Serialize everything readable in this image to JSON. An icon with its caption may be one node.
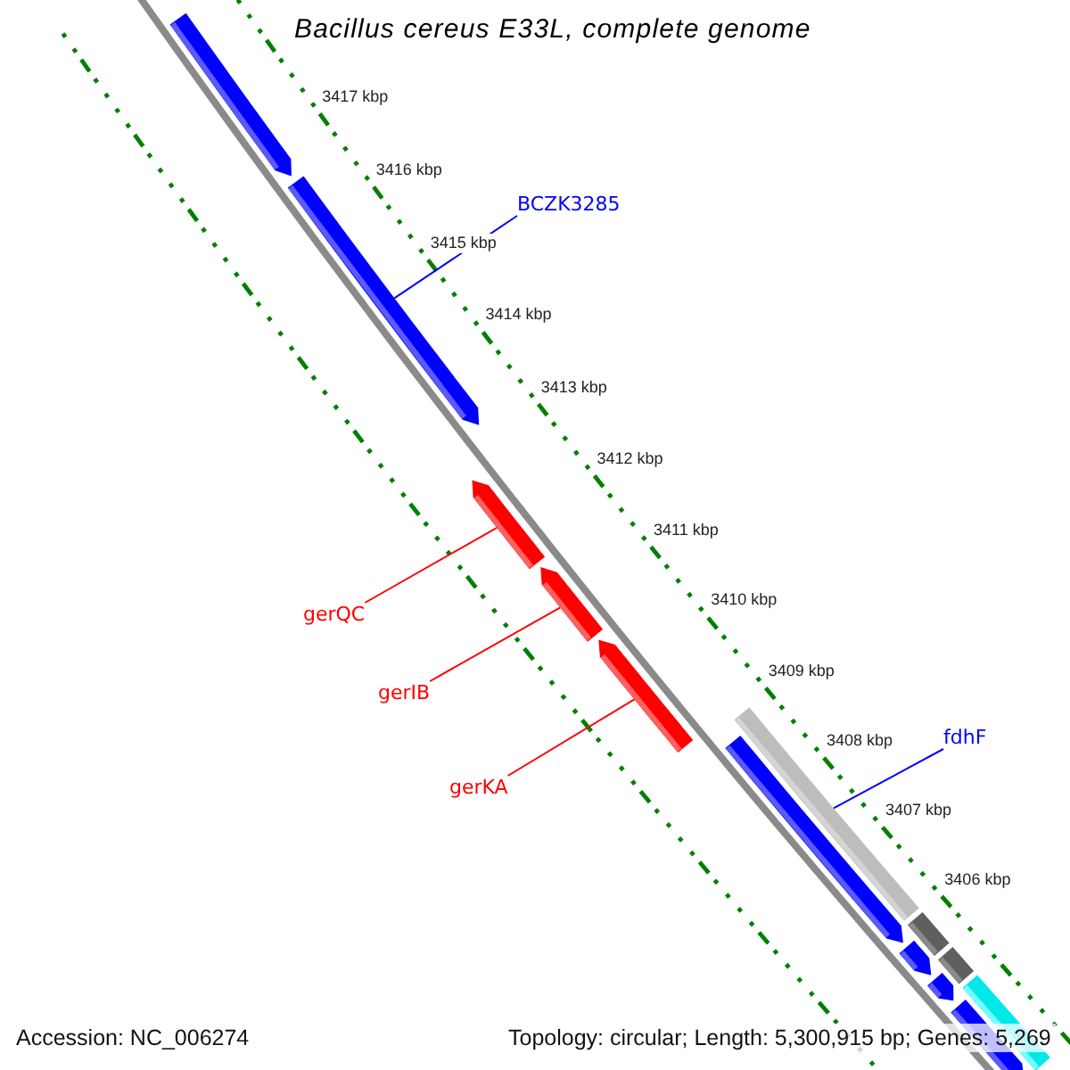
{
  "diagram": {
    "title": "Bacillus cereus E33L, complete genome",
    "nodes": [
      {
        "text": [
          "BCZK3285"
        ]
      },
      {
        "text": [],
        "shape": "arrow"
      },
      {
        "text": [
          "gerQC"
        ]
      },
      {
        "text": [
          "gerIB"
        ]
      },
      {
        "text": [
          "gerKA"
        ]
      },
      {
        "text": [],
        "shape": "arrow"
      },
      {
        "text": [],
        "shape": "arrow"
      },
      {
        "text": [],
        "shape": "arrow"
      },
      {
        "text": [
          "fdhF"
        ]
      },
      {
        "text": [],
        "shape": "bar"
      }
    ],
    "edges": [
      {
        "from": 0,
        "to": 1,
        "arrow": "none",
        "color": "#0000ff"
      },
      {
        "from": 2,
        "to": 5,
        "arrow": "none"
      },
      {
        "from": 3,
        "to": 6,
        "arrow": "none"
      },
      {
        "from": 4,
        "to": 7,
        "arrow": "none"
      },
      {
        "from": 8,
        "to": 9,
        "arrow": "none",
        "color": "#0000ff"
      }
    ],
    "labels": [
      "3417 kbp",
      "3416 kbp",
      "3415 kbp",
      "3414 kbp",
      "3413 kbp",
      "3412 kbp",
      "3411 kbp",
      "3410 kbp",
      "3409 kbp",
      "3408 kbp",
      "3407 kbp",
      "3406 kbp",
      "Accession: NC_006274",
      "Topology: circular; Length: 5,300,915 bp; Genes: 5,269"
    ]
  }
}
